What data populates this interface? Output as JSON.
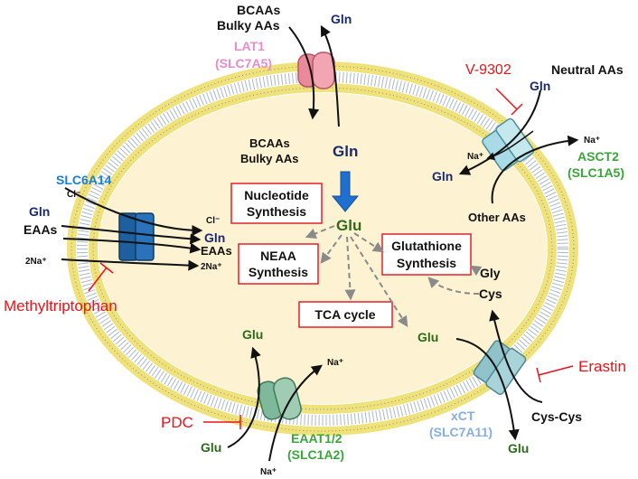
{
  "colors": {
    "cytoplasm": "#fdf3d2",
    "membrane_head": "#efe27a",
    "membrane_tail": "#a9b8c6",
    "lat1": "#e88a9a",
    "asct2": "#a8dbe6",
    "slc6a14": "#1e5fa0",
    "eaat": "#7fb99c",
    "xct": "#8fc3c9",
    "inhibitor_red": "#e8141c",
    "gln_navy": "#1a2a6c",
    "glu_green": "#2d6b1b",
    "lat1_pink": "#e98ccb",
    "asct2_green": "#3aa63a",
    "slc6a14_blue": "#1a7fd1",
    "xct_lightblue": "#86aee0",
    "process_box_border": "#e4202a",
    "flow_arrow": "#1f6fd0"
  },
  "transporters": {
    "lat1": {
      "name": "LAT1",
      "gene": "(SLC7A5)",
      "outside_in": [
        "BCAAs",
        "Bulky AAs"
      ],
      "outside_out": "Gln",
      "inside_out": [
        "BCAAs",
        "Bulky AAs"
      ],
      "inside_in": "Gln"
    },
    "asct2": {
      "name": "ASCT2",
      "gene": "(SLC1A5)",
      "outside_in": "Neutral AAs",
      "outside_gln": "Gln",
      "na_out": "Na⁺",
      "na_in": "Na⁺",
      "inside_gln": "Gln",
      "inside_other": "Other AAs"
    },
    "slc6a14": {
      "name": "SLC6A14",
      "cl_out": "Cl⁻",
      "gln_out": "Gln",
      "eaas_out": "EAAs",
      "na_out": "2Na⁺",
      "cl_in": "Cl⁻",
      "gln_in": "Gln",
      "eaas_in": "EAAs",
      "na_in": "2Na⁺"
    },
    "eaat": {
      "name": "EAAT1/2",
      "gene": "(SLC1A2)",
      "glu_in": "Glu",
      "na_in": "Na⁺",
      "glu_out": "Glu",
      "na_out": "Na⁺"
    },
    "xct": {
      "name": "xCT",
      "gene": "(SLC7A11)",
      "glu_in": "Glu",
      "cys_in": "Cys",
      "cyscys_out": "Cys-Cys",
      "glu_out": "Glu"
    }
  },
  "inhibitors": {
    "v9302": "V-9302",
    "methyltryptophan": "Methyltriptophan",
    "pdc": "PDC",
    "erastin": "Erastin"
  },
  "metabolism": {
    "glu_center": "Glu",
    "gly": "Gly",
    "nucleotide": [
      "Nucleotide",
      "Synthesis"
    ],
    "neaa": [
      "NEAA",
      "Synthesis"
    ],
    "glutathione": [
      "Glutathione",
      "Synthesis"
    ],
    "tca": "TCA cycle"
  }
}
